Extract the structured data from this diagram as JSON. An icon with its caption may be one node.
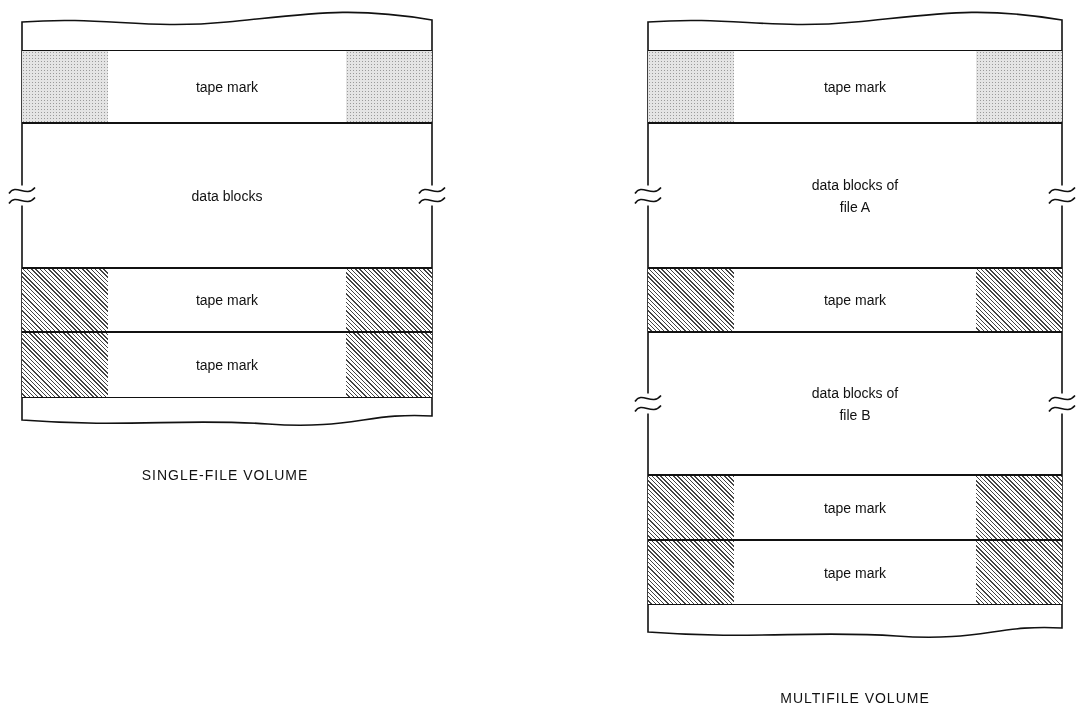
{
  "diagram": {
    "nodes": [
      {
        "text": [
          "tape mark"
        ]
      },
      {
        "text": [
          "data blocks"
        ]
      },
      {
        "text": [
          "tape mark"
        ]
      },
      {
        "text": [
          "tape mark"
        ]
      },
      {
        "text": [
          "tape mark"
        ]
      },
      {
        "text": [
          "data blocks of file A"
        ]
      },
      {
        "text": [
          "tape mark"
        ]
      },
      {
        "text": [
          "data blocks of file B"
        ]
      },
      {
        "text": [
          "tape mark"
        ]
      },
      {
        "text": [
          "tape mark"
        ]
      }
    ],
    "labels": [
      "SINGLE-FILE VOLUME",
      "MULTIFILE VOLUME"
    ]
  }
}
